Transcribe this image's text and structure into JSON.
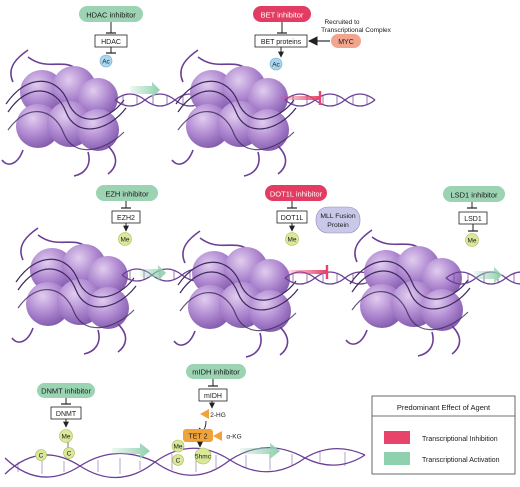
{
  "panels": {
    "hdac": {
      "inhibitor": "HDAC inhibitor",
      "target": "HDAC",
      "mark": "Ac"
    },
    "bet": {
      "inhibitor": "BET inhibitor",
      "target": "BET proteins",
      "mark": "Ac",
      "partner": "MYC",
      "note_line1": "Recruited to",
      "note_line2": "Transcriptional Complex"
    },
    "ezh": {
      "inhibitor": "EZH inhibitor",
      "target": "EZH2",
      "mark": "Me"
    },
    "dot1l": {
      "inhibitor": "DOT1L inhibitor",
      "target": "DOT1L",
      "mark": "Me",
      "partner_line1": "MLL Fusion",
      "partner_line2": "Protein"
    },
    "lsd1": {
      "inhibitor": "LSD1 inhibitor",
      "target": "LSD1",
      "mark": "Me"
    },
    "dnmt": {
      "inhibitor": "DNMT inhibitor",
      "target": "DNMT",
      "mark": "Me",
      "base1": "C",
      "base2": "C"
    },
    "midh": {
      "inhibitor": "mIDH inhibitor",
      "target": "mIDH",
      "metabolite": "2-HG",
      "enzyme": "TET 2",
      "cofactor": "α-KG",
      "product": "5hmc",
      "mark": "Me",
      "base": "C"
    }
  },
  "legend": {
    "title": "Predominant Effect of Agent",
    "inhibition": "Transcriptional Inhibition",
    "activation": "Transcriptional Activation"
  },
  "colors": {
    "activation_green": "#8fd0ae",
    "inhibition_red": "#e8446b",
    "inhibitor_green_fill": "#9bd3b3",
    "inhibitor_red_fill": "#e23c62",
    "nucleosome_purple": "#a27bc4",
    "dna_purple": "#6b3f96",
    "acetyl_blue": "#a9d6ee",
    "methyl_yellow": "#d9e89a",
    "tet2_orange": "#f0a33b",
    "myc_salmon": "#f2a58e",
    "mll_lavender": "#c9c8e8"
  },
  "icons": [
    "nucleosome-icon",
    "dna-helix-icon",
    "inhibition-bar-icon",
    "arrow-icon",
    "triangle-icon"
  ]
}
